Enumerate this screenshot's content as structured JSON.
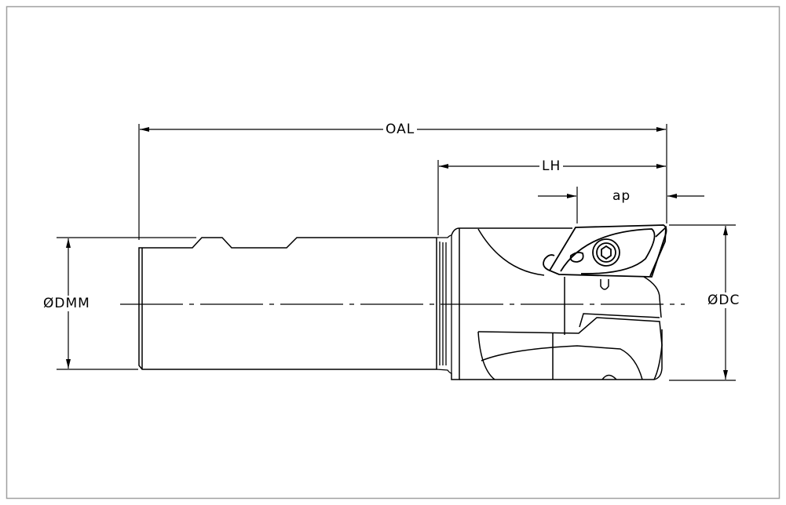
{
  "drawing": {
    "title": "Milling cutter dimension drawing",
    "dimensions": {
      "oal": "OAL",
      "lh": "LH",
      "ap": "ap",
      "dmm": "ØDMM",
      "dc": "ØDC"
    },
    "line_color": "#000000",
    "frame_color": "#a0a0a0"
  }
}
